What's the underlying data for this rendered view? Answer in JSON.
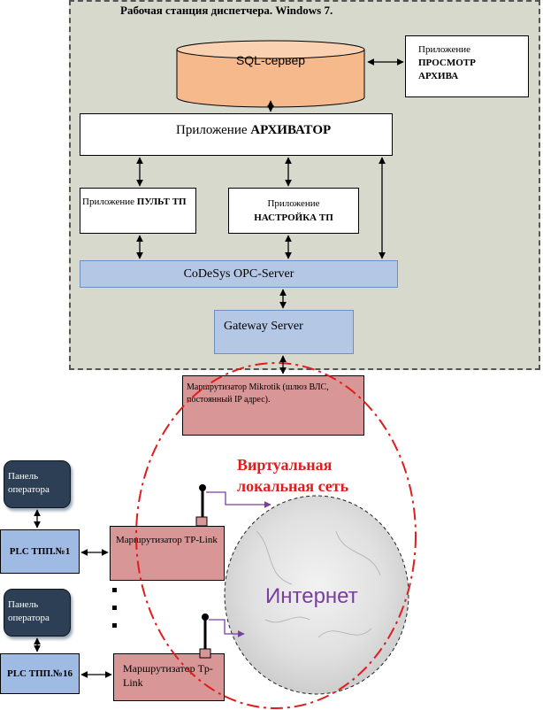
{
  "workstation": {
    "title": "Рабочая станция диспетчера.  Windows 7."
  },
  "sql": {
    "label": "SQL-сервер"
  },
  "viewer": {
    "prefix": "Приложение",
    "name": "ПРОСМОТР АРХИВА"
  },
  "archiver": {
    "prefix": "Приложение ",
    "name": "АРХИВАТОР"
  },
  "pult": {
    "prefix": "Приложение ",
    "name": "ПУЛЬТ ТП"
  },
  "settings": {
    "prefix": "Приложение",
    "name": "НАСТРОЙКА ТП"
  },
  "opc": {
    "label": "CoDeSys OPC-Server"
  },
  "gateway": {
    "label": "Gateway Server"
  },
  "mikrotik": {
    "label": "Маршрутизатор Mikrotik (шлюз ВЛС, постоянный IP адрес)."
  },
  "vlan": {
    "line1": "Виртуальная",
    "line2": "локальная сеть"
  },
  "internet": {
    "label": "Интернет"
  },
  "panel1": {
    "line1": "Панель",
    "line2": "оператора"
  },
  "panel2": {
    "line1": "Панель",
    "line2": "оператора"
  },
  "plc1": {
    "label": "PLC ТПП.№1"
  },
  "plc16": {
    "label": "PLC ТПП.№16"
  },
  "router1": {
    "label": "Маршрутизатор TP-Link"
  },
  "router2": {
    "label": "Маршрутизатор Tp-Link"
  },
  "colors": {
    "sql": "#f5b98b",
    "blue": "#b4c7e4",
    "red": "#d99696",
    "vlan": "#e01c1c",
    "internet": "#7a3ea0",
    "panel": "#2d3f54"
  }
}
